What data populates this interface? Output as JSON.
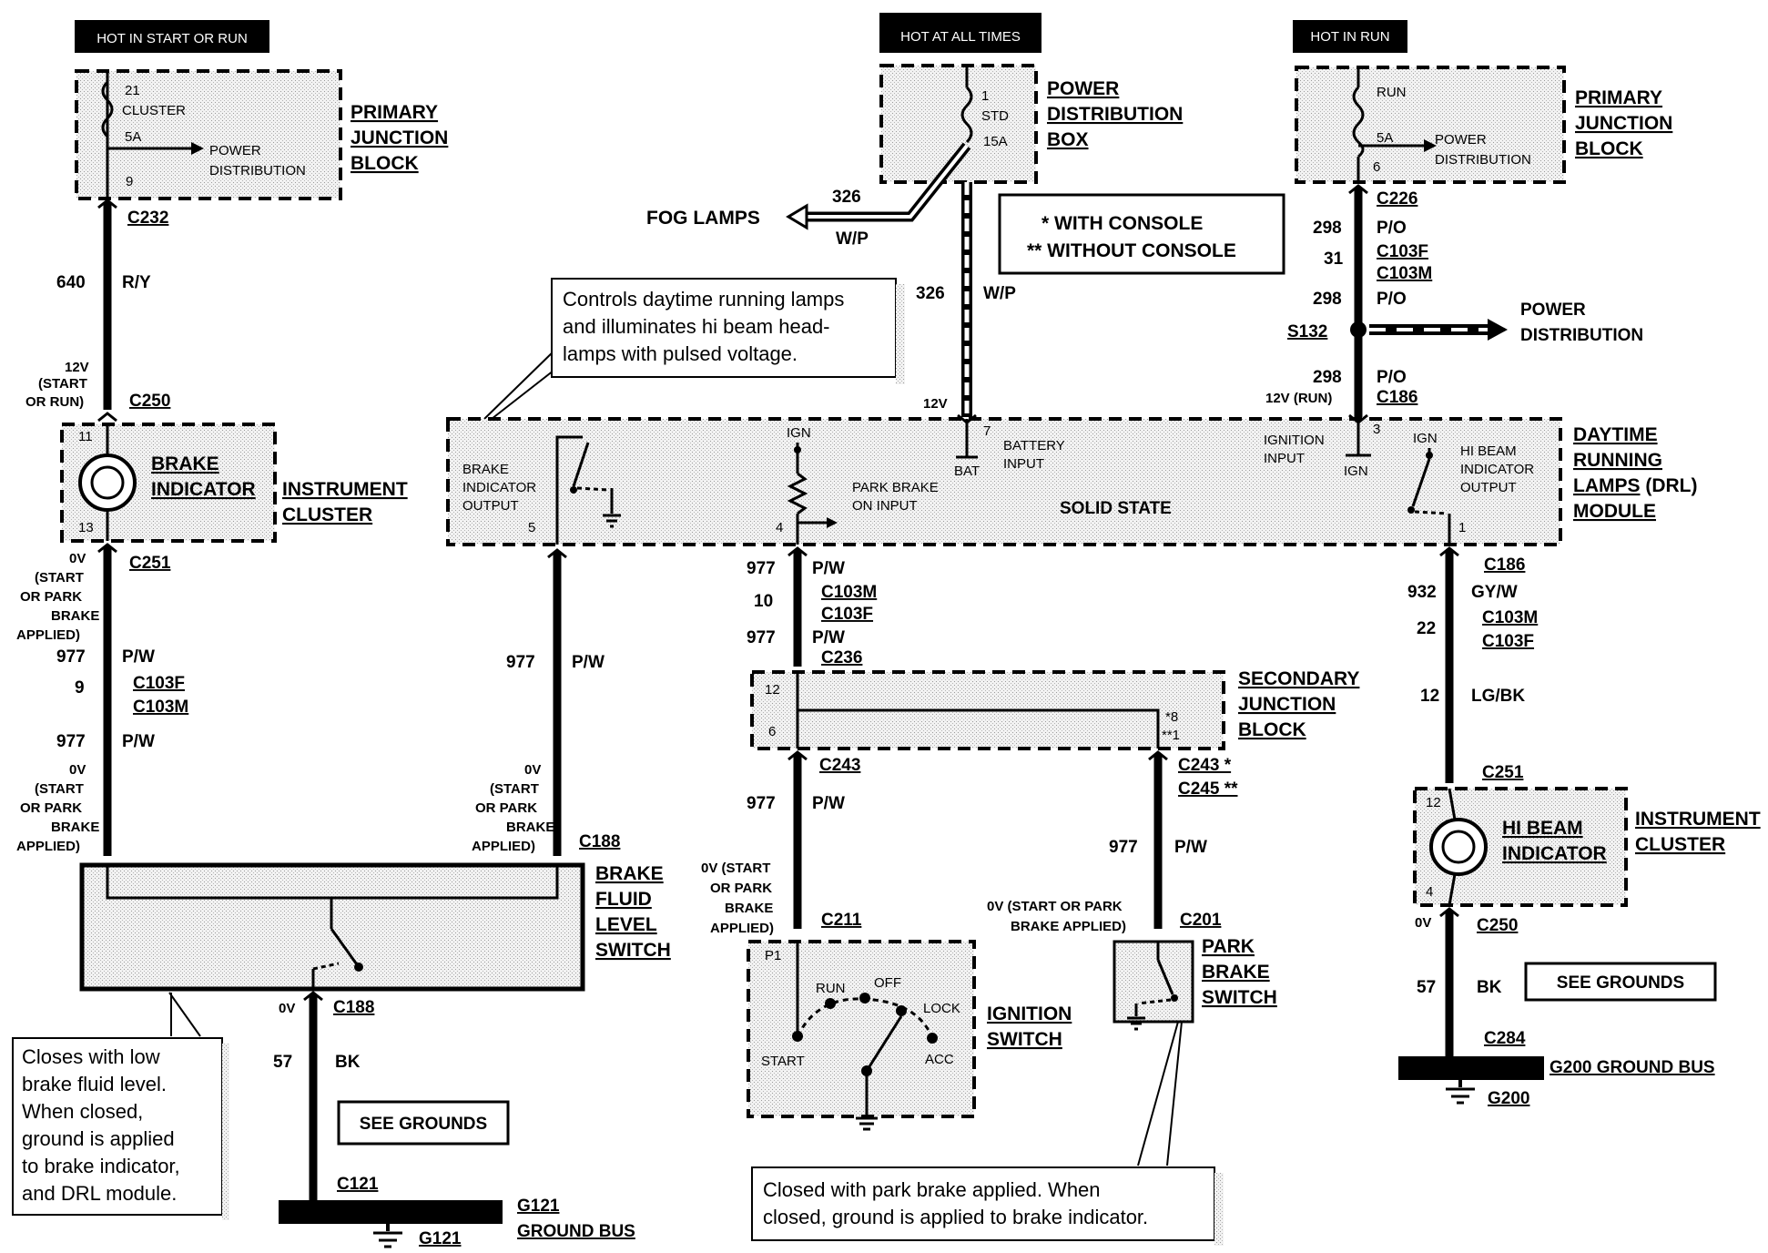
{
  "power_headers": {
    "start_run": "HOT IN START OR RUN",
    "all_times": "HOT AT ALL TIMES",
    "in_run": "HOT IN RUN"
  },
  "pjb_left": {
    "fuse_num": "21",
    "fuse_name": "CLUSTER",
    "fuse_amp": "5A",
    "pin": "9",
    "arrow_label_1": "POWER",
    "arrow_label_2": "DISTRIBUTION",
    "title_1": "PRIMARY",
    "title_2": "JUNCTION",
    "title_3": "BLOCK"
  },
  "pdb": {
    "pin": "1",
    "fuse_name": "STD",
    "fuse_amp": "15A",
    "title_1": "POWER",
    "title_2": "DISTRIBUTION",
    "title_3": "BOX"
  },
  "pjb_right": {
    "fuse_name": "RUN",
    "fuse_amp": "5A",
    "pin": "6",
    "arrow_label_1": "POWER",
    "arrow_label_2": "DISTRIBUTION",
    "title_1": "PRIMARY",
    "title_2": "JUNCTION",
    "title_3": "BLOCK"
  },
  "fog": {
    "label": "FOG LAMPS",
    "circuit": "326",
    "color": "W/P"
  },
  "legend": {
    "line1": "*  WITH CONSOLE",
    "line2": "**  WITHOUT CONSOLE"
  },
  "callout_drl": {
    "line1": "Controls daytime running lamps",
    "line2": "and illuminates hi beam head-",
    "line3": "lamps with pulsed voltage."
  },
  "left_chain": {
    "c232": "C232",
    "w640": "640",
    "ry": "R/Y",
    "v12_1": "12V",
    "v12_2": "(START",
    "v12_3": "OR RUN)",
    "c250": "C250",
    "pin11": "11",
    "pin13": "13",
    "brake_1": "BRAKE",
    "brake_2": "INDICATOR",
    "ic_1": "INSTRUMENT",
    "ic_2": "CLUSTER",
    "c251": "C251",
    "v0_1": "0V",
    "v0_2": "(START",
    "v0_3": "OR PARK",
    "v0_4": "BRAKE",
    "v0_5": "APPLIED)",
    "w977a": "977",
    "pwa": "P/W",
    "w9": "9",
    "c103f": "C103F",
    "c103m": "C103M",
    "w977b": "977",
    "pwb": "P/W",
    "v0b_1": "0V",
    "v0b_2": "(START",
    "v0b_3": "OR PARK",
    "v0b_4": "BRAKE",
    "v0b_5": "APPLIED)"
  },
  "bfl": {
    "w977": "977",
    "pw": "P/W",
    "v0_1": "0V",
    "v0_2": "(START",
    "v0_3": "OR PARK",
    "v0_4": "BRAKE",
    "v0_5": "APPLIED)",
    "c188a": "C188",
    "title_1": "BRAKE",
    "title_2": "FLUID",
    "title_3": "LEVEL",
    "title_4": "SWITCH",
    "v0": "0V",
    "c188b": "C188",
    "w57": "57",
    "bk": "BK",
    "see": "SEE GROUNDS",
    "c121": "C121",
    "bus_1": "G121",
    "bus_2": "GROUND BUS",
    "g121": "G121"
  },
  "callout_bfl": {
    "line1": "Closes with low",
    "line2": "brake fluid level.",
    "line3": "When closed,",
    "line4": "ground is applied",
    "line5": "to brake indicator,",
    "line6": "and DRL module."
  },
  "drl": {
    "brake_out_1": "BRAKE",
    "brake_out_2": "INDICATOR",
    "brake_out_3": "OUTPUT",
    "pin5": "5",
    "ign_a": "IGN",
    "park_1": "PARK BRAKE",
    "park_2": "ON INPUT",
    "pin4": "4",
    "v12": "12V",
    "pin7": "7",
    "bat": "BAT",
    "bat_in_1": "BATTERY",
    "bat_in_2": "INPUT",
    "solid": "SOLID STATE",
    "ign_in_1": "IGNITION",
    "ign_in_2": "INPUT",
    "pin3": "3",
    "ign_b": "IGN",
    "ign_c": "IGN",
    "hb_1": "HI BEAM",
    "hb_2": "INDICATOR",
    "hb_3": "OUTPUT",
    "pin1": "1",
    "title_1": "DAYTIME",
    "title_2": "RUNNING",
    "title_3": "LAMPS",
    "title_3b": " (DRL)",
    "title_4": "MODULE"
  },
  "center_top": {
    "w326a": "326",
    "w326b": "326",
    "wp": "W/P"
  },
  "right_top": {
    "c226": "C226",
    "w298a": "298",
    "poa": "P/O",
    "w31": "31",
    "c103f": "C103F",
    "c103m": "C103M",
    "w298b": "298",
    "pob": "P/O",
    "s132": "S132",
    "pd_1": "POWER",
    "pd_2": "DISTRIBUTION",
    "w298c": "298",
    "poc": "P/O",
    "v12run": "12V (RUN)",
    "c186": "C186"
  },
  "center_chain": {
    "w977a": "977",
    "pwa": "P/W",
    "w10": "10",
    "c103m": "C103M",
    "c103f": "C103F",
    "w977b": "977",
    "pwb": "P/W",
    "c236": "C236",
    "pin12": "12",
    "pin6": "6",
    "pin8": "*8",
    "pin1": "**1",
    "sjb_1": "SECONDARY",
    "sjb_2": "JUNCTION",
    "sjb_3": "BLOCK",
    "c243": "C243",
    "c243s": "C243 *",
    "c245": "C245 **",
    "w977c": "977",
    "pwc": "P/W",
    "w977d": "977",
    "pwd": "P/W",
    "v0ign_1": "0V (START",
    "v0ign_2": "OR PARK",
    "v0ign_3": "BRAKE",
    "v0ign_4": "APPLIED)",
    "c211": "C211",
    "v0pk_1": "0V (START OR PARK",
    "v0pk_2": "BRAKE APPLIED)",
    "c201": "C201"
  },
  "ignition": {
    "p1": "P1",
    "run": "RUN",
    "off": "OFF",
    "lock": "LOCK",
    "start": "START",
    "acc": "ACC",
    "title_1": "IGNITION",
    "title_2": "SWITCH"
  },
  "park": {
    "title_1": "PARK",
    "title_2": "BRAKE",
    "title_3": "SWITCH"
  },
  "callout_park": {
    "line1": "Closed with park brake applied.  When",
    "line2": "closed, ground is applied to brake indicator."
  },
  "right_chain": {
    "c186": "C186",
    "w932": "932",
    "gyw": "GY/W",
    "w22": "22",
    "c103m": "C103M",
    "c103f": "C103F",
    "w12": "12",
    "lgbk": "LG/BK",
    "c251": "C251",
    "pin12": "12",
    "pin4": "4",
    "hb_1": "HI BEAM",
    "hb_2": "INDICATOR",
    "ic_1": "INSTRUMENT",
    "ic_2": "CLUSTER",
    "v0": "0V",
    "c250": "C250",
    "w57": "57",
    "bk": "BK",
    "see": "SEE GROUNDS",
    "c284": "C284",
    "bus": "G200 GROUND BUS",
    "g200": "G200"
  }
}
